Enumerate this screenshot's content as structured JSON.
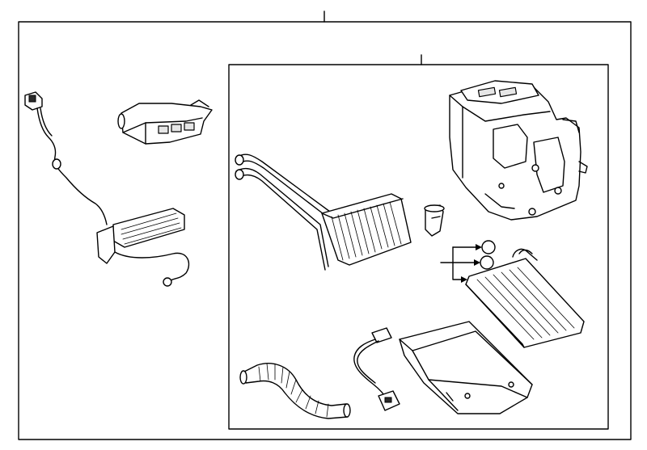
{
  "diagram": {
    "kind": "exploded parts illustration",
    "colors": {
      "line": "#000000",
      "background": "#ffffff",
      "fill_shade": "#e6e6e6"
    },
    "groups": [
      {
        "id": "outer-assembly",
        "contains": [
          "wiring-harness",
          "control-module",
          "blower-resistor"
        ]
      },
      {
        "id": "hvac-unit-subassembly",
        "contains": [
          "heater-core",
          "temperature-sensor",
          "hvac-case",
          "evaporator-core",
          "drain-hose",
          "sensor-harness",
          "lower-case-tray",
          "o-rings"
        ]
      }
    ]
  }
}
